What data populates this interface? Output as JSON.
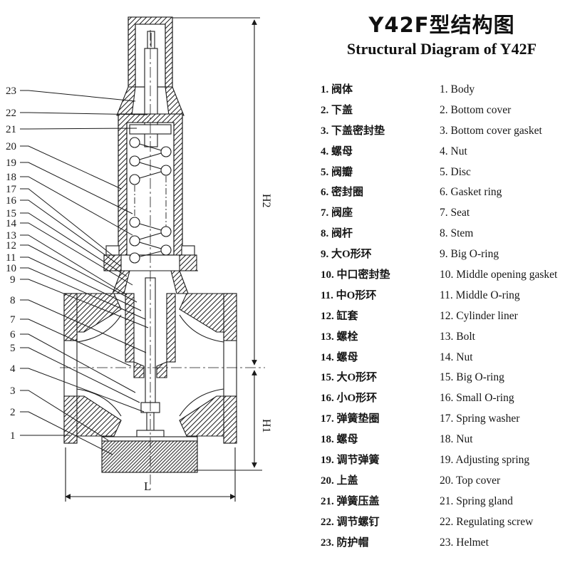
{
  "title": {
    "zh": "Y42F型结构图",
    "en": "Structural Diagram of Y42F"
  },
  "parts_zh": [
    "1. 阀体",
    "2. 下盖",
    "3. 下盖密封垫",
    "4. 螺母",
    "5. 阀瓣",
    "6. 密封圈",
    "7. 阀座",
    "8. 阀杆",
    "9. 大O形环",
    "10. 中口密封垫",
    "11. 中O形环",
    "12. 缸套",
    "13. 螺栓",
    "14. 螺母",
    "15. 大O形环",
    "16. 小O形环",
    "17. 弹簧垫圈",
    "18. 螺母",
    "19. 调节弹簧",
    "20. 上盖",
    "21. 弹簧压盖",
    "22. 调节螺钉",
    "23. 防护帽"
  ],
  "parts_en": [
    "1. Body",
    "2. Bottom cover",
    "3. Bottom cover gasket",
    "4. Nut",
    "5. Disc",
    "6. Gasket ring",
    "7. Seat",
    "8. Stem",
    "9. Big O-ring",
    "10. Middle opening gasket",
    "11. Middle O-ring",
    "12. Cylinder liner",
    "13. Bolt",
    "14. Nut",
    "15. Big O-ring",
    "16. Small O-ring",
    "17. Spring washer",
    "18. Nut",
    "19. Adjusting spring",
    "20. Top cover",
    "21. Spring gland",
    "22. Regulating screw",
    "23. Helmet"
  ],
  "diagram": {
    "callouts": [
      "1",
      "2",
      "3",
      "4",
      "5",
      "6",
      "7",
      "8",
      "9",
      "10",
      "11",
      "12",
      "13",
      "14",
      "15",
      "16",
      "17",
      "18",
      "19",
      "20",
      "21",
      "22",
      "23"
    ],
    "dimensions": {
      "h2": "H2",
      "h1": "H1",
      "l": "L"
    }
  },
  "colors": {
    "ink": "#1a1a1a",
    "paper": "#ffffff"
  }
}
